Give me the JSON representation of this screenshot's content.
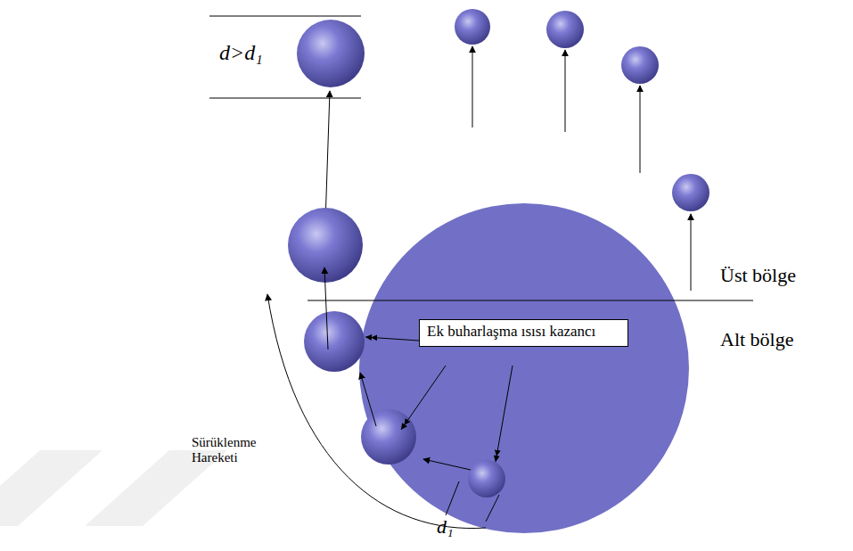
{
  "diagram": {
    "nodes": [
      {
        "text": [
          "Ek buharlaşma ısısı kazancı"
        ]
      }
    ],
    "labels": [
      "d>d₁",
      "Üst bölge",
      "Alt bölge",
      "Sürüklenme Hareketi",
      "d₁"
    ]
  }
}
